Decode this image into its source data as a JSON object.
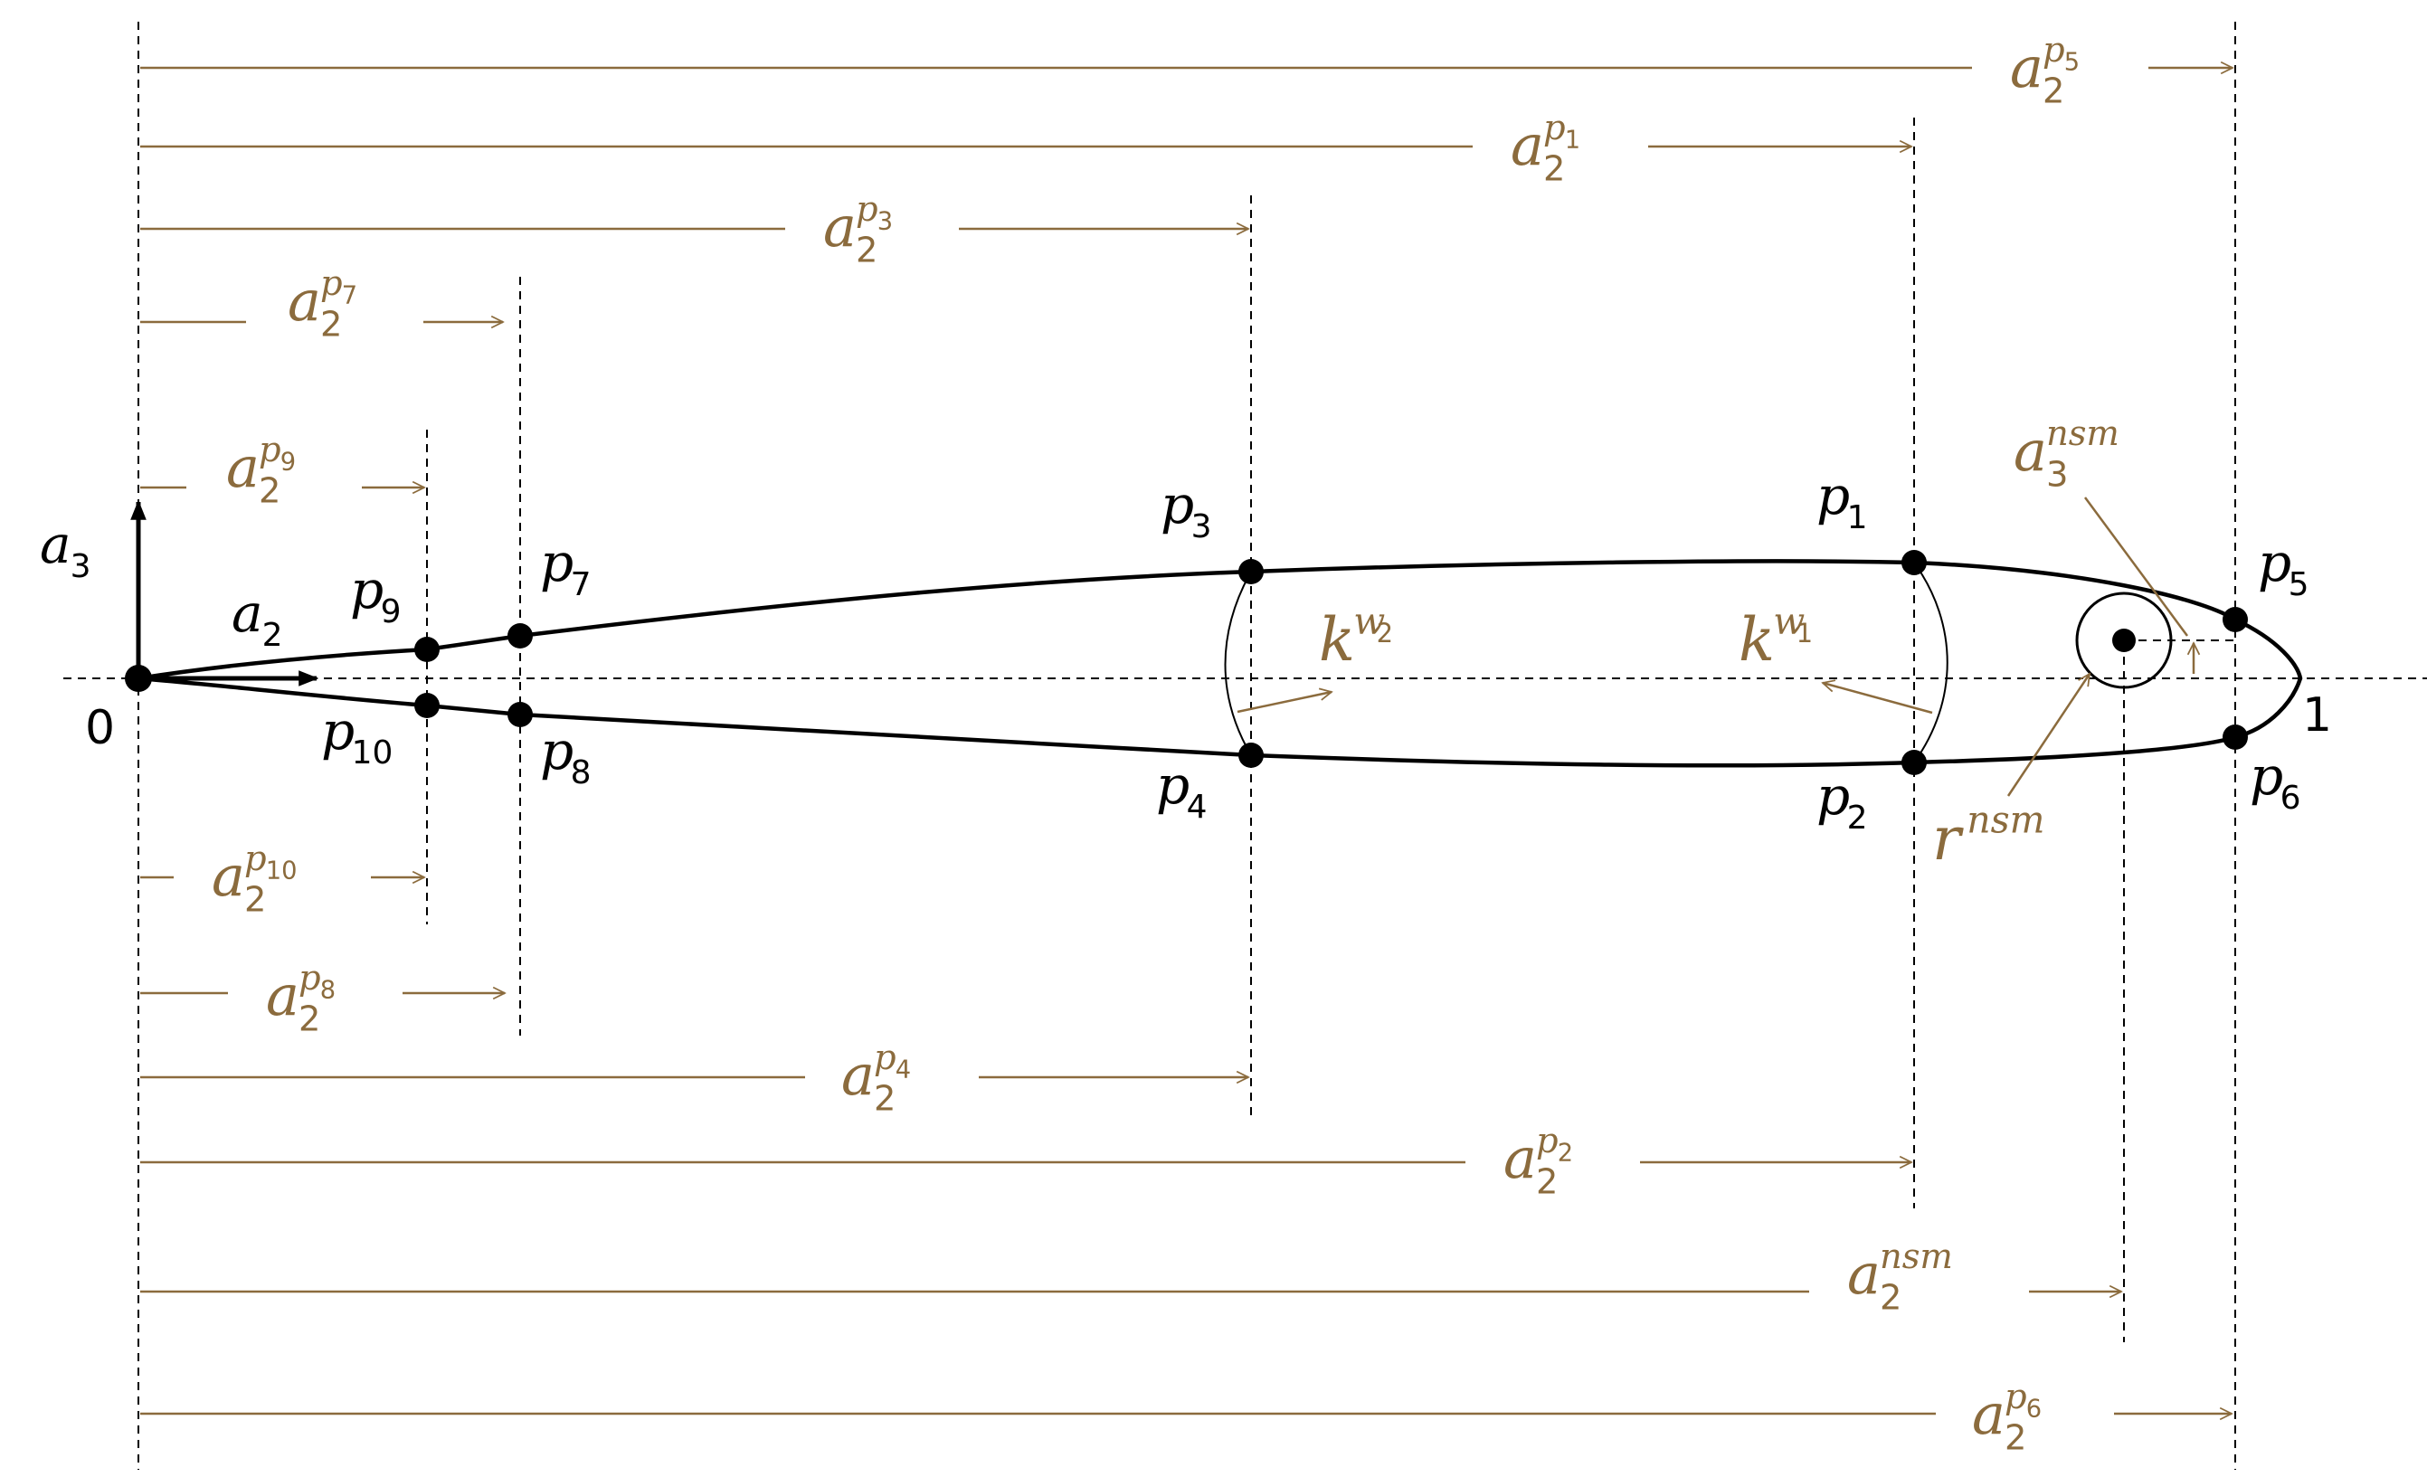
{
  "colors": {
    "ink": "#000000",
    "dimension": "#8B6B3D",
    "background": "#ffffff"
  },
  "origin_label": "0",
  "end_label": "1",
  "axes": {
    "a2": {
      "base": "a",
      "sub": "2"
    },
    "a3": {
      "base": "a",
      "sub": "3"
    }
  },
  "points": {
    "p1": {
      "base": "p",
      "sub": "1"
    },
    "p2": {
      "base": "p",
      "sub": "2"
    },
    "p3": {
      "base": "p",
      "sub": "3"
    },
    "p4": {
      "base": "p",
      "sub": "4"
    },
    "p5": {
      "base": "p",
      "sub": "5"
    },
    "p6": {
      "base": "p",
      "sub": "6"
    },
    "p7": {
      "base": "p",
      "sub": "7"
    },
    "p8": {
      "base": "p",
      "sub": "8"
    },
    "p9": {
      "base": "p",
      "sub": "9"
    },
    "p10": {
      "base": "p",
      "sub": "10"
    }
  },
  "dimensions": {
    "a2_p5": {
      "base": "a",
      "sub": "2",
      "sup": "p",
      "supsub": "5"
    },
    "a2_p1": {
      "base": "a",
      "sub": "2",
      "sup": "p",
      "supsub": "1"
    },
    "a2_p3": {
      "base": "a",
      "sub": "2",
      "sup": "p",
      "supsub": "3"
    },
    "a2_p7": {
      "base": "a",
      "sub": "2",
      "sup": "p",
      "supsub": "7"
    },
    "a2_p9": {
      "base": "a",
      "sub": "2",
      "sup": "p",
      "supsub": "9"
    },
    "a2_p10": {
      "base": "a",
      "sub": "2",
      "sup": "p",
      "supsub": "10"
    },
    "a2_p8": {
      "base": "a",
      "sub": "2",
      "sup": "p",
      "supsub": "8"
    },
    "a2_p4": {
      "base": "a",
      "sub": "2",
      "sup": "p",
      "supsub": "4"
    },
    "a2_p2": {
      "base": "a",
      "sub": "2",
      "sup": "p",
      "supsub": "2"
    },
    "a2_nsm": {
      "base": "a",
      "sub": "2",
      "sup": "nsm"
    },
    "a2_p6": {
      "base": "a",
      "sub": "2",
      "sup": "p",
      "supsub": "6"
    },
    "a3_nsm": {
      "base": "a",
      "sub": "3",
      "sup": "nsm"
    }
  },
  "annotations": {
    "k_w2": {
      "base": "k",
      "sup": "w",
      "supsub": "2"
    },
    "k_w1": {
      "base": "k",
      "sup": "w",
      "supsub": "1"
    },
    "r_nsm": {
      "base": "r",
      "sup": "nsm"
    }
  }
}
